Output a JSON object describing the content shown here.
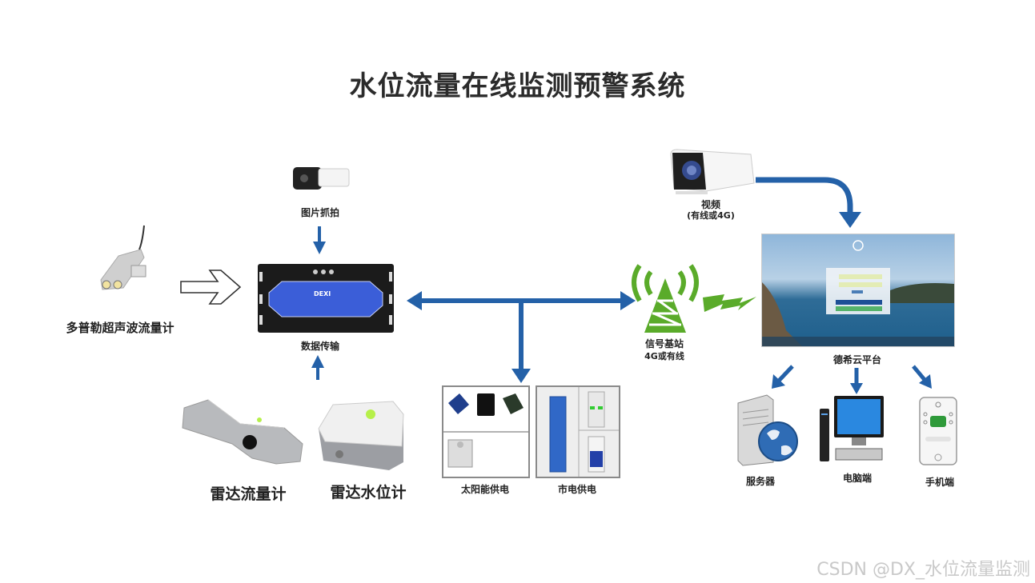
{
  "title": "水位流量在线监测预警系统",
  "components": {
    "doppler_meter": {
      "label": "多普勒超声波流量计",
      "icon": "ultrasonic-sensor-icon"
    },
    "snapshot_camera": {
      "label": "图片抓拍",
      "icon": "bullet-camera-icon"
    },
    "data_transmission": {
      "label": "数据传输",
      "icon": "rtu-device-icon",
      "device_brand": "DEXI"
    },
    "radar_flow_meter": {
      "label": "雷达流量计",
      "icon": "radar-flow-sensor-icon"
    },
    "radar_level_meter": {
      "label": "雷达水位计",
      "icon": "radar-level-sensor-icon"
    },
    "solar_power": {
      "label": "太阳能供电",
      "icon": "solar-kit-icon"
    },
    "mains_power": {
      "label": "市电供电",
      "icon": "mains-power-kit-icon"
    },
    "base_station": {
      "label_line1": "信号基站",
      "label_line2": "4G或有线",
      "icon": "signal-tower-icon"
    },
    "video_camera": {
      "label_line1": "视频",
      "label_line2": "(有线或4G)",
      "icon": "video-camera-icon"
    },
    "cloud_platform": {
      "label": "德希云平台",
      "icon": "cloud-login-screen-icon"
    },
    "server": {
      "label": "服务器",
      "icon": "server-globe-icon"
    },
    "pc": {
      "label": "电脑端",
      "icon": "desktop-computer-icon"
    },
    "mobile": {
      "label": "手机端",
      "icon": "mobile-phone-icon"
    }
  },
  "colors": {
    "arrow_blue": "#2461a8",
    "tower_green": "#5aab2a",
    "device_blue": "#3b5ed8",
    "title_text": "#2b2b2b"
  },
  "watermark": "CSDN @DX_水位流量监测"
}
